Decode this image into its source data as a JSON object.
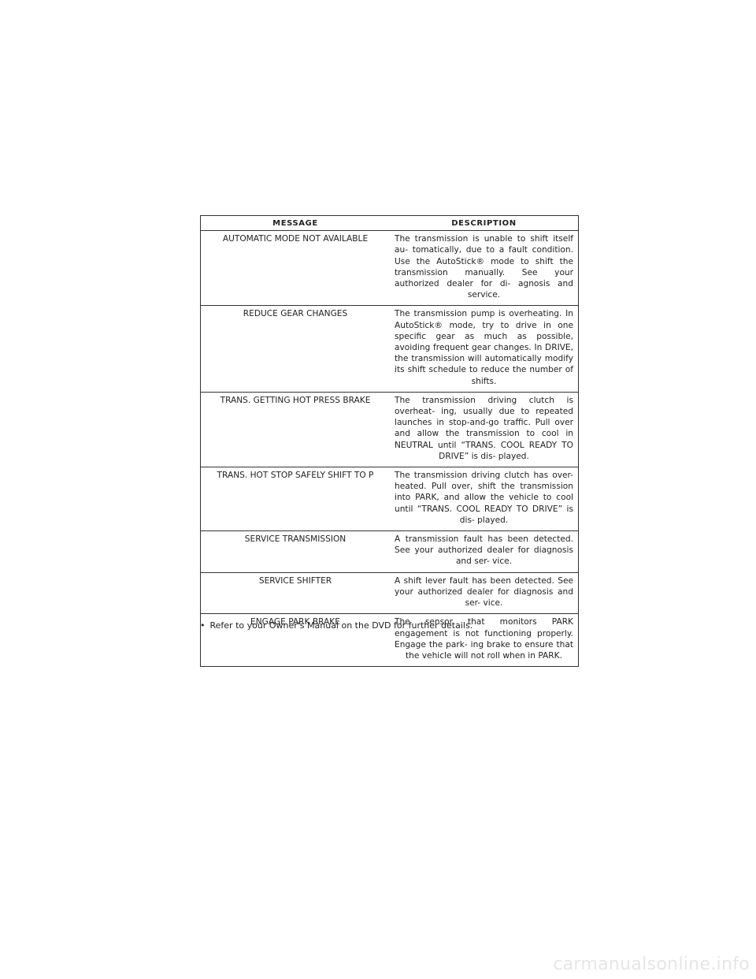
{
  "table": {
    "headers": {
      "message": "MESSAGE",
      "description": "DESCRIPTION"
    },
    "rows": [
      {
        "message": "AUTOMATIC MODE NOT AVAILABLE",
        "description": "The transmission is unable to shift itself au- tomatically, due to a fault condition. Use the AutoStick® mode to shift the transmission manually. See your authorized dealer for di- agnosis and service."
      },
      {
        "message": "REDUCE GEAR CHANGES",
        "description": "The transmission pump is overheating. In AutoStick® mode, try to drive in one specific gear as much as possible, avoiding frequent gear changes. In DRIVE, the transmission will automatically modify its shift schedule to reduce the number of shifts."
      },
      {
        "message": "TRANS. GETTING HOT PRESS BRAKE",
        "description": "The transmission driving clutch is overheat- ing, usually due to repeated launches in stop-and-go traffic. Pull over and allow the transmission to cool in NEUTRAL until “TRANS. COOL READY TO DRIVE” is dis- played."
      },
      {
        "message": "TRANS. HOT STOP SAFELY SHIFT TO P",
        "description": "The transmission driving clutch has over- heated. Pull over, shift the transmission into PARK, and allow the vehicle to cool until “TRANS. COOL READY TO DRIVE” is dis- played."
      },
      {
        "message": "SERVICE TRANSMISSION",
        "description": "A transmission fault has been detected. See your authorized dealer for diagnosis and ser- vice."
      },
      {
        "message": "SERVICE SHIFTER",
        "description": "A shift lever fault has been detected. See your authorized dealer for diagnosis and ser- vice."
      },
      {
        "message": "ENGAGE PARK BRAKE",
        "description": "The sensor that monitors PARK engagement is not functioning properly. Engage the park- ing brake to ensure that the vehicle will not roll when in PARK."
      }
    ]
  },
  "note": {
    "bullet": "•",
    "text": "Refer to your Owner's Manual on the DVD for further details."
  },
  "watermark": "carmanualsonline.info"
}
